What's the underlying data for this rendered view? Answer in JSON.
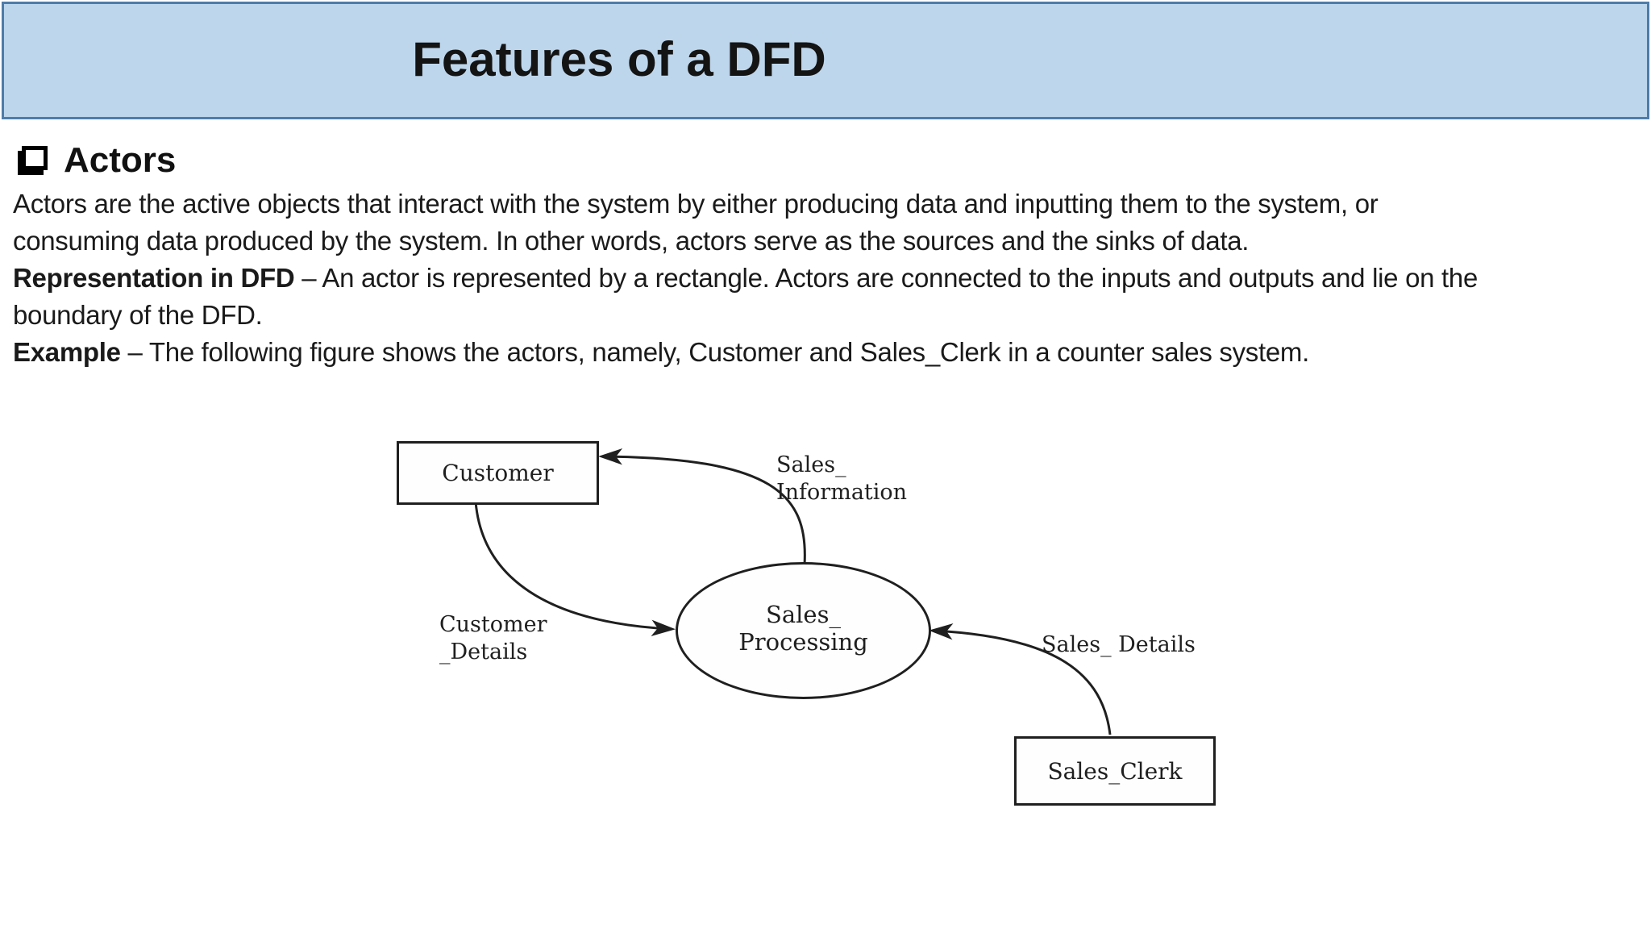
{
  "header": {
    "title": "Features of a DFD",
    "background_color": "#bdd6ec",
    "border_color": "#4f7ca9"
  },
  "section": {
    "heading": "Actors",
    "bullet_icon": "shadowed-open-square"
  },
  "body": {
    "lines": [
      {
        "bold": "",
        "text": "Actors are the active objects that interact with the system by either producing data and inputting them to the system, or"
      },
      {
        "bold": "",
        "text": "consuming data produced by the system. In other words, actors serve as the sources and the sinks of data."
      },
      {
        "bold": "Representation in DFD",
        "text": " – An actor is represented by a rectangle. Actors are connected to the inputs and outputs and lie on the"
      },
      {
        "bold": "",
        "text": "boundary of the DFD."
      },
      {
        "bold": "Example",
        "text": " – The following figure shows the actors, namely, Customer and Sales_Clerk in a counter sales system."
      }
    ]
  },
  "diagram": {
    "type": "data-flow-diagram",
    "stroke_color": "#1f1f1f",
    "nodes": [
      {
        "id": "customer",
        "shape": "rectangle",
        "role": "actor",
        "label": "Customer"
      },
      {
        "id": "sales-processing",
        "shape": "ellipse",
        "role": "process",
        "label_line1": "Sales_",
        "label_line2": "Processing"
      },
      {
        "id": "sales-clerk",
        "shape": "rectangle",
        "role": "actor",
        "label": "Sales_Clerk"
      }
    ],
    "flows": [
      {
        "from": "sales-processing",
        "to": "customer",
        "label_line1": "Sales_",
        "label_line2": "Information"
      },
      {
        "from": "customer",
        "to": "sales-processing",
        "label_line1": "Customer",
        "label_line2": "_Details"
      },
      {
        "from": "sales-clerk",
        "to": "sales-processing",
        "label_line1": "Sales_ Details",
        "label_line2": ""
      }
    ]
  }
}
